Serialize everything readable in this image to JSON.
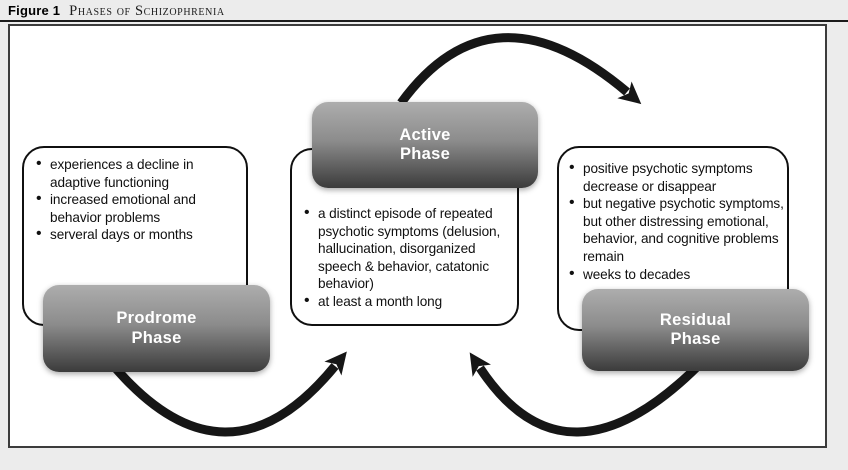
{
  "figure": {
    "label": "Figure 1",
    "title": "Phases of Schizophrenia"
  },
  "phases": {
    "prodrome": {
      "name_line1": "Prodrome",
      "name_line2": "Phase",
      "bullets": [
        "experiences a decline in adaptive functioning",
        "increased emotional and behavior problems",
        "serveral days or months"
      ]
    },
    "active": {
      "name_line1": "Active",
      "name_line2": "Phase",
      "bullets": [
        "a distinct episode of repeated psychotic symptoms (delusion, hallucination, disorganized speech & behavior, catatonic behavior)",
        "at least a month long"
      ]
    },
    "residual": {
      "name_line1": "Residual",
      "name_line2": "Phase",
      "bullets": [
        "positive psychotic symptoms decrease or disappear",
        "but negative psychotic symptoms, but other distressing emotional, behavior, and cognitive problems remain",
        "weeks to decades"
      ]
    }
  },
  "arrows": [
    {
      "name": "active-to-residual",
      "description": "clockwise top arc from Active Phase to Residual Phase"
    },
    {
      "name": "prodrome-to-active",
      "description": "bottom arc from Prodrome Phase up toward Active Phase"
    },
    {
      "name": "residual-to-active",
      "description": "bottom arc from Residual Phase up toward Active Phase"
    }
  ],
  "colors": {
    "page_bg": "#ececec",
    "panel_bg": "#ffffff",
    "panel_border": "#3c3c3c",
    "box_border": "#101010",
    "phase_gradient_top": "#adadad",
    "phase_gradient_mid": "#8c8c8c",
    "phase_gradient_bottom": "#3b3b3b",
    "phase_text": "#ffffff",
    "arrow": "#161616",
    "text": "#101010",
    "rule": "#1b1b1b"
  }
}
